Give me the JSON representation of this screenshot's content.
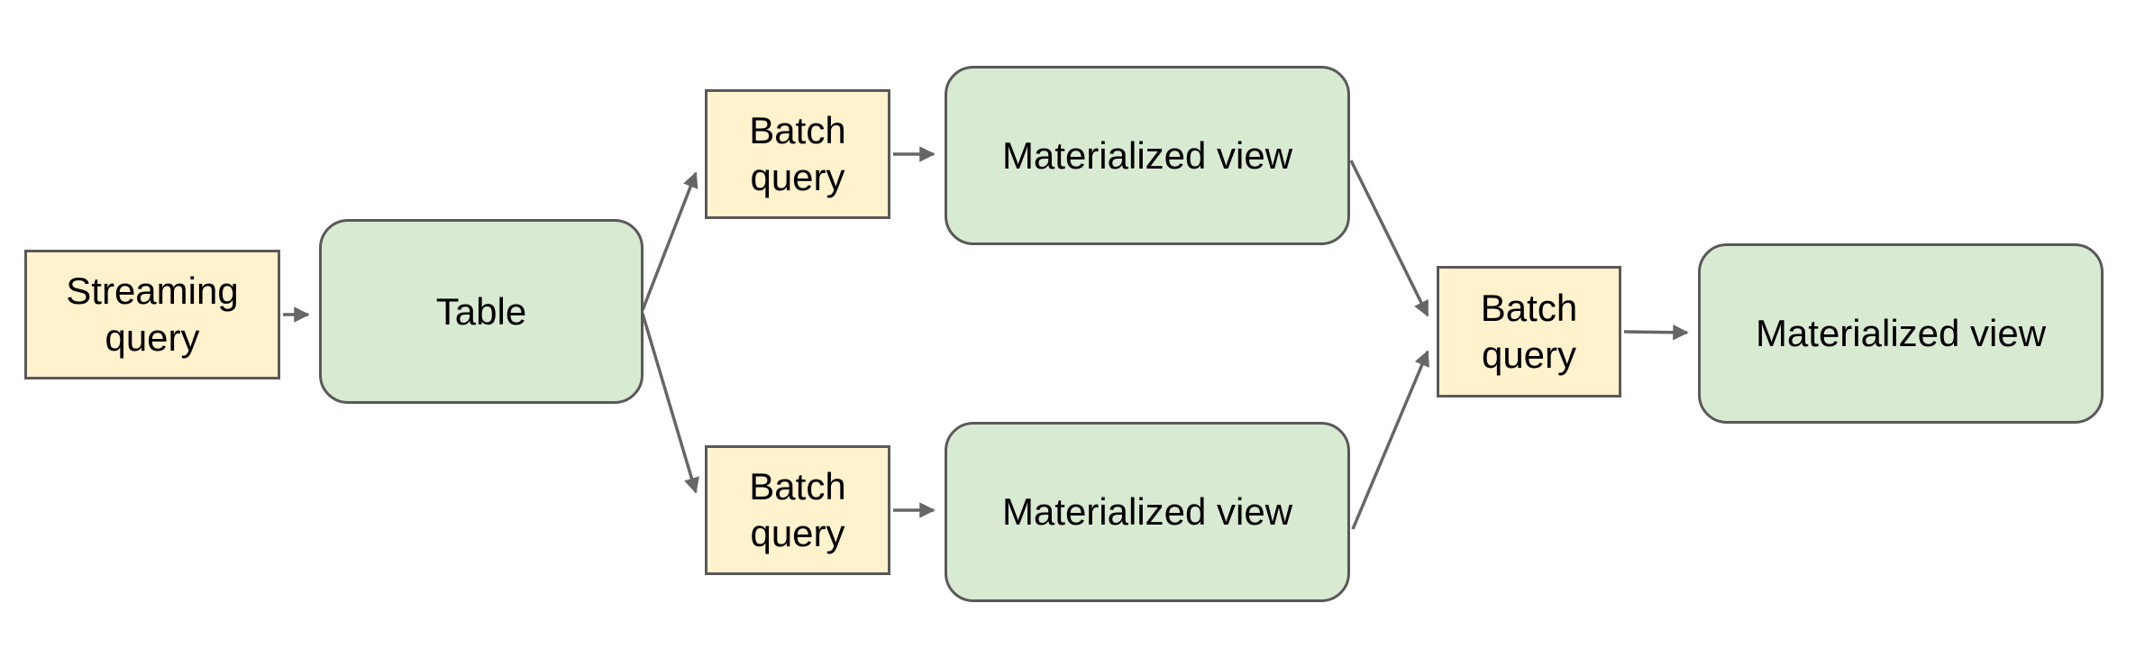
{
  "colors": {
    "background": "#ffffff",
    "query_fill": "#fff2cc",
    "query_border": "#595959",
    "view_fill": "#d9ead3",
    "view_border": "#595959",
    "arrow": "#666666",
    "text": "#000000"
  },
  "nodes": [
    {
      "id": "streaming-query",
      "label": "Streaming query",
      "kind": "query"
    },
    {
      "id": "table",
      "label": "Table",
      "kind": "view"
    },
    {
      "id": "batch-query-top",
      "label": "Batch query",
      "kind": "query"
    },
    {
      "id": "materialized-view-top",
      "label": "Materialized view",
      "kind": "view"
    },
    {
      "id": "batch-query-bottom",
      "label": "Batch query",
      "kind": "query"
    },
    {
      "id": "materialized-view-bottom",
      "label": "Materialized view",
      "kind": "view"
    },
    {
      "id": "batch-query-final",
      "label": "Batch query",
      "kind": "query"
    },
    {
      "id": "materialized-view-final",
      "label": "Materialized view",
      "kind": "view"
    }
  ],
  "edges": [
    {
      "from": "streaming-query",
      "to": "table"
    },
    {
      "from": "table",
      "to": "batch-query-top"
    },
    {
      "from": "table",
      "to": "batch-query-bottom"
    },
    {
      "from": "batch-query-top",
      "to": "materialized-view-top"
    },
    {
      "from": "batch-query-bottom",
      "to": "materialized-view-bottom"
    },
    {
      "from": "materialized-view-top",
      "to": "batch-query-final"
    },
    {
      "from": "materialized-view-bottom",
      "to": "batch-query-final"
    },
    {
      "from": "batch-query-final",
      "to": "materialized-view-final"
    }
  ]
}
